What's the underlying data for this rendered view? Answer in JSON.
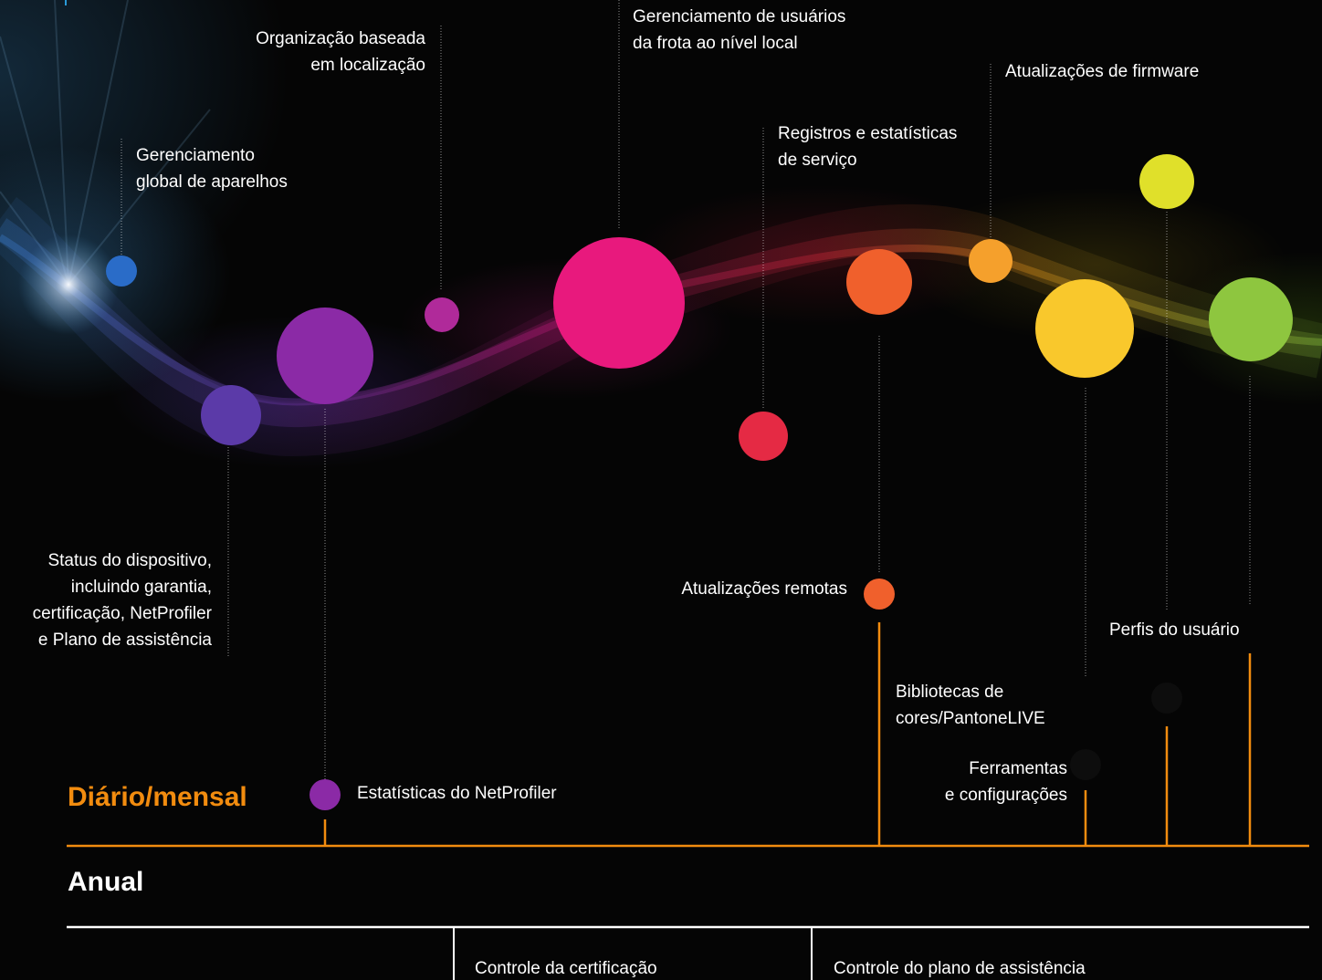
{
  "colors": {
    "accent": "#f28c0f",
    "white": "#ffffff",
    "background": "#050505",
    "blue": "#2a6cc8",
    "indigo": "#5b3aa8",
    "purple": "#8b2aa6",
    "magenta": "#b02a9a",
    "pink": "#e8197d",
    "red": "#e52a44",
    "orange": "#f0602c",
    "light_orange": "#f5a02c",
    "yellow": "#f9c82c",
    "yellow_green": "#e0e02a",
    "green": "#8ec63f"
  },
  "sections": {
    "daily": "Diário/mensal",
    "annual": "Anual"
  },
  "features": {
    "global_devices": [
      "Gerenciamento",
      "global de aparelhos"
    ],
    "location_org": [
      "Organização baseada",
      "em localização"
    ],
    "fleet_users": [
      "Gerenciamento de usuários",
      "da frota ao nível local"
    ],
    "service_logs": [
      "Registros e estatísticas",
      "de serviço"
    ],
    "firmware": [
      "Atualizações de firmware"
    ],
    "device_status": [
      "Status do dispositivo,",
      "incluindo garantia,",
      "certificação, NetProfiler",
      "e Plano de assistência"
    ],
    "remote_updates": [
      "Atualizações remotas"
    ],
    "user_profiles": [
      "Perfis do usuário"
    ],
    "color_libraries": [
      "Bibliotecas de",
      "cores/PantoneLIVE"
    ],
    "tools_settings": [
      "Ferramentas",
      "e configurações"
    ],
    "netprofiler_stats": [
      "Estatísticas do NetProfiler"
    ]
  },
  "annual": {
    "certification_control": "Controle da certificação",
    "assistance_plan_control": "Controle do plano de assistência"
  }
}
